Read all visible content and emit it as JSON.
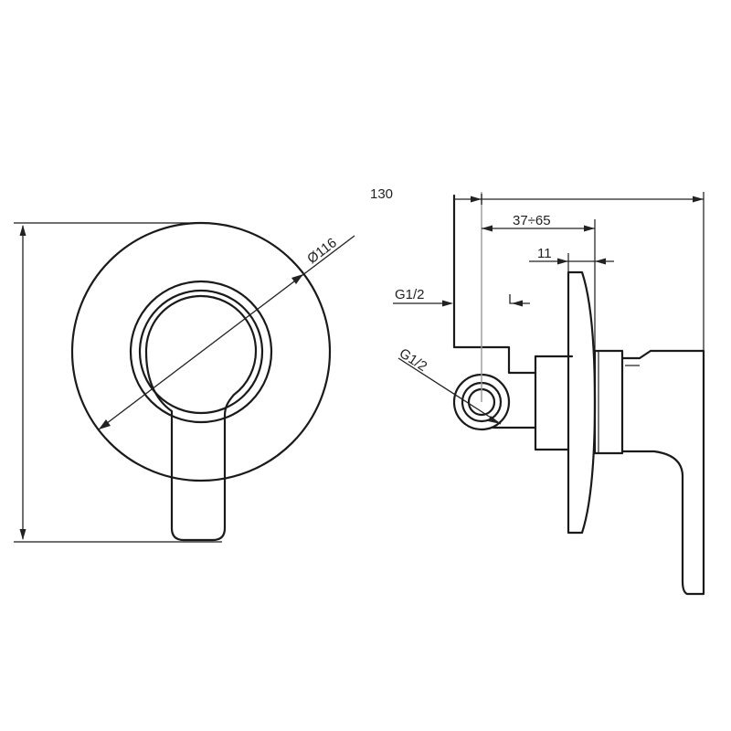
{
  "dimensions": {
    "diameter": "Ø116",
    "overall_depth": "130",
    "wall_range": "37÷65",
    "plate_offset": "11",
    "inlet_top": "G1/2",
    "inlet_side": "G1/2"
  }
}
